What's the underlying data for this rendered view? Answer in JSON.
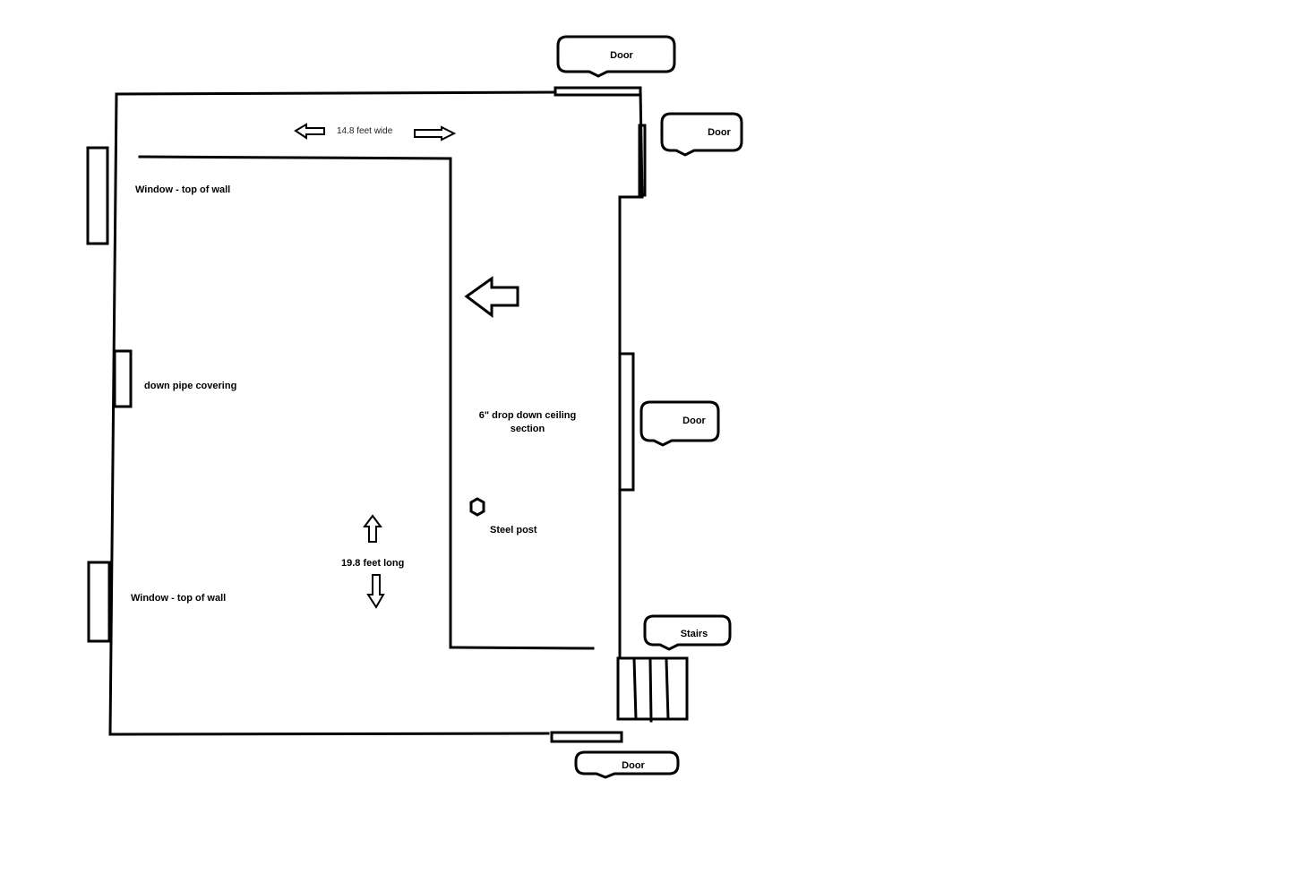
{
  "labels": {
    "width_dimension": "14.8 feet wide",
    "length_dimension": "19.8 feet long",
    "window_top": "Window - top of wall",
    "window_bottom": "Window - top of wall",
    "down_pipe": "down pipe covering",
    "drop_ceiling_line1": "6\" drop down ceiling",
    "drop_ceiling_line2": "section",
    "steel_post": "Steel post"
  },
  "callouts": {
    "door_top": "Door",
    "door_right_upper": "Door",
    "door_right_middle": "Door",
    "stairs": "Stairs",
    "door_bottom": "Door"
  },
  "colors": {
    "line": "#000000",
    "background": "#ffffff"
  }
}
